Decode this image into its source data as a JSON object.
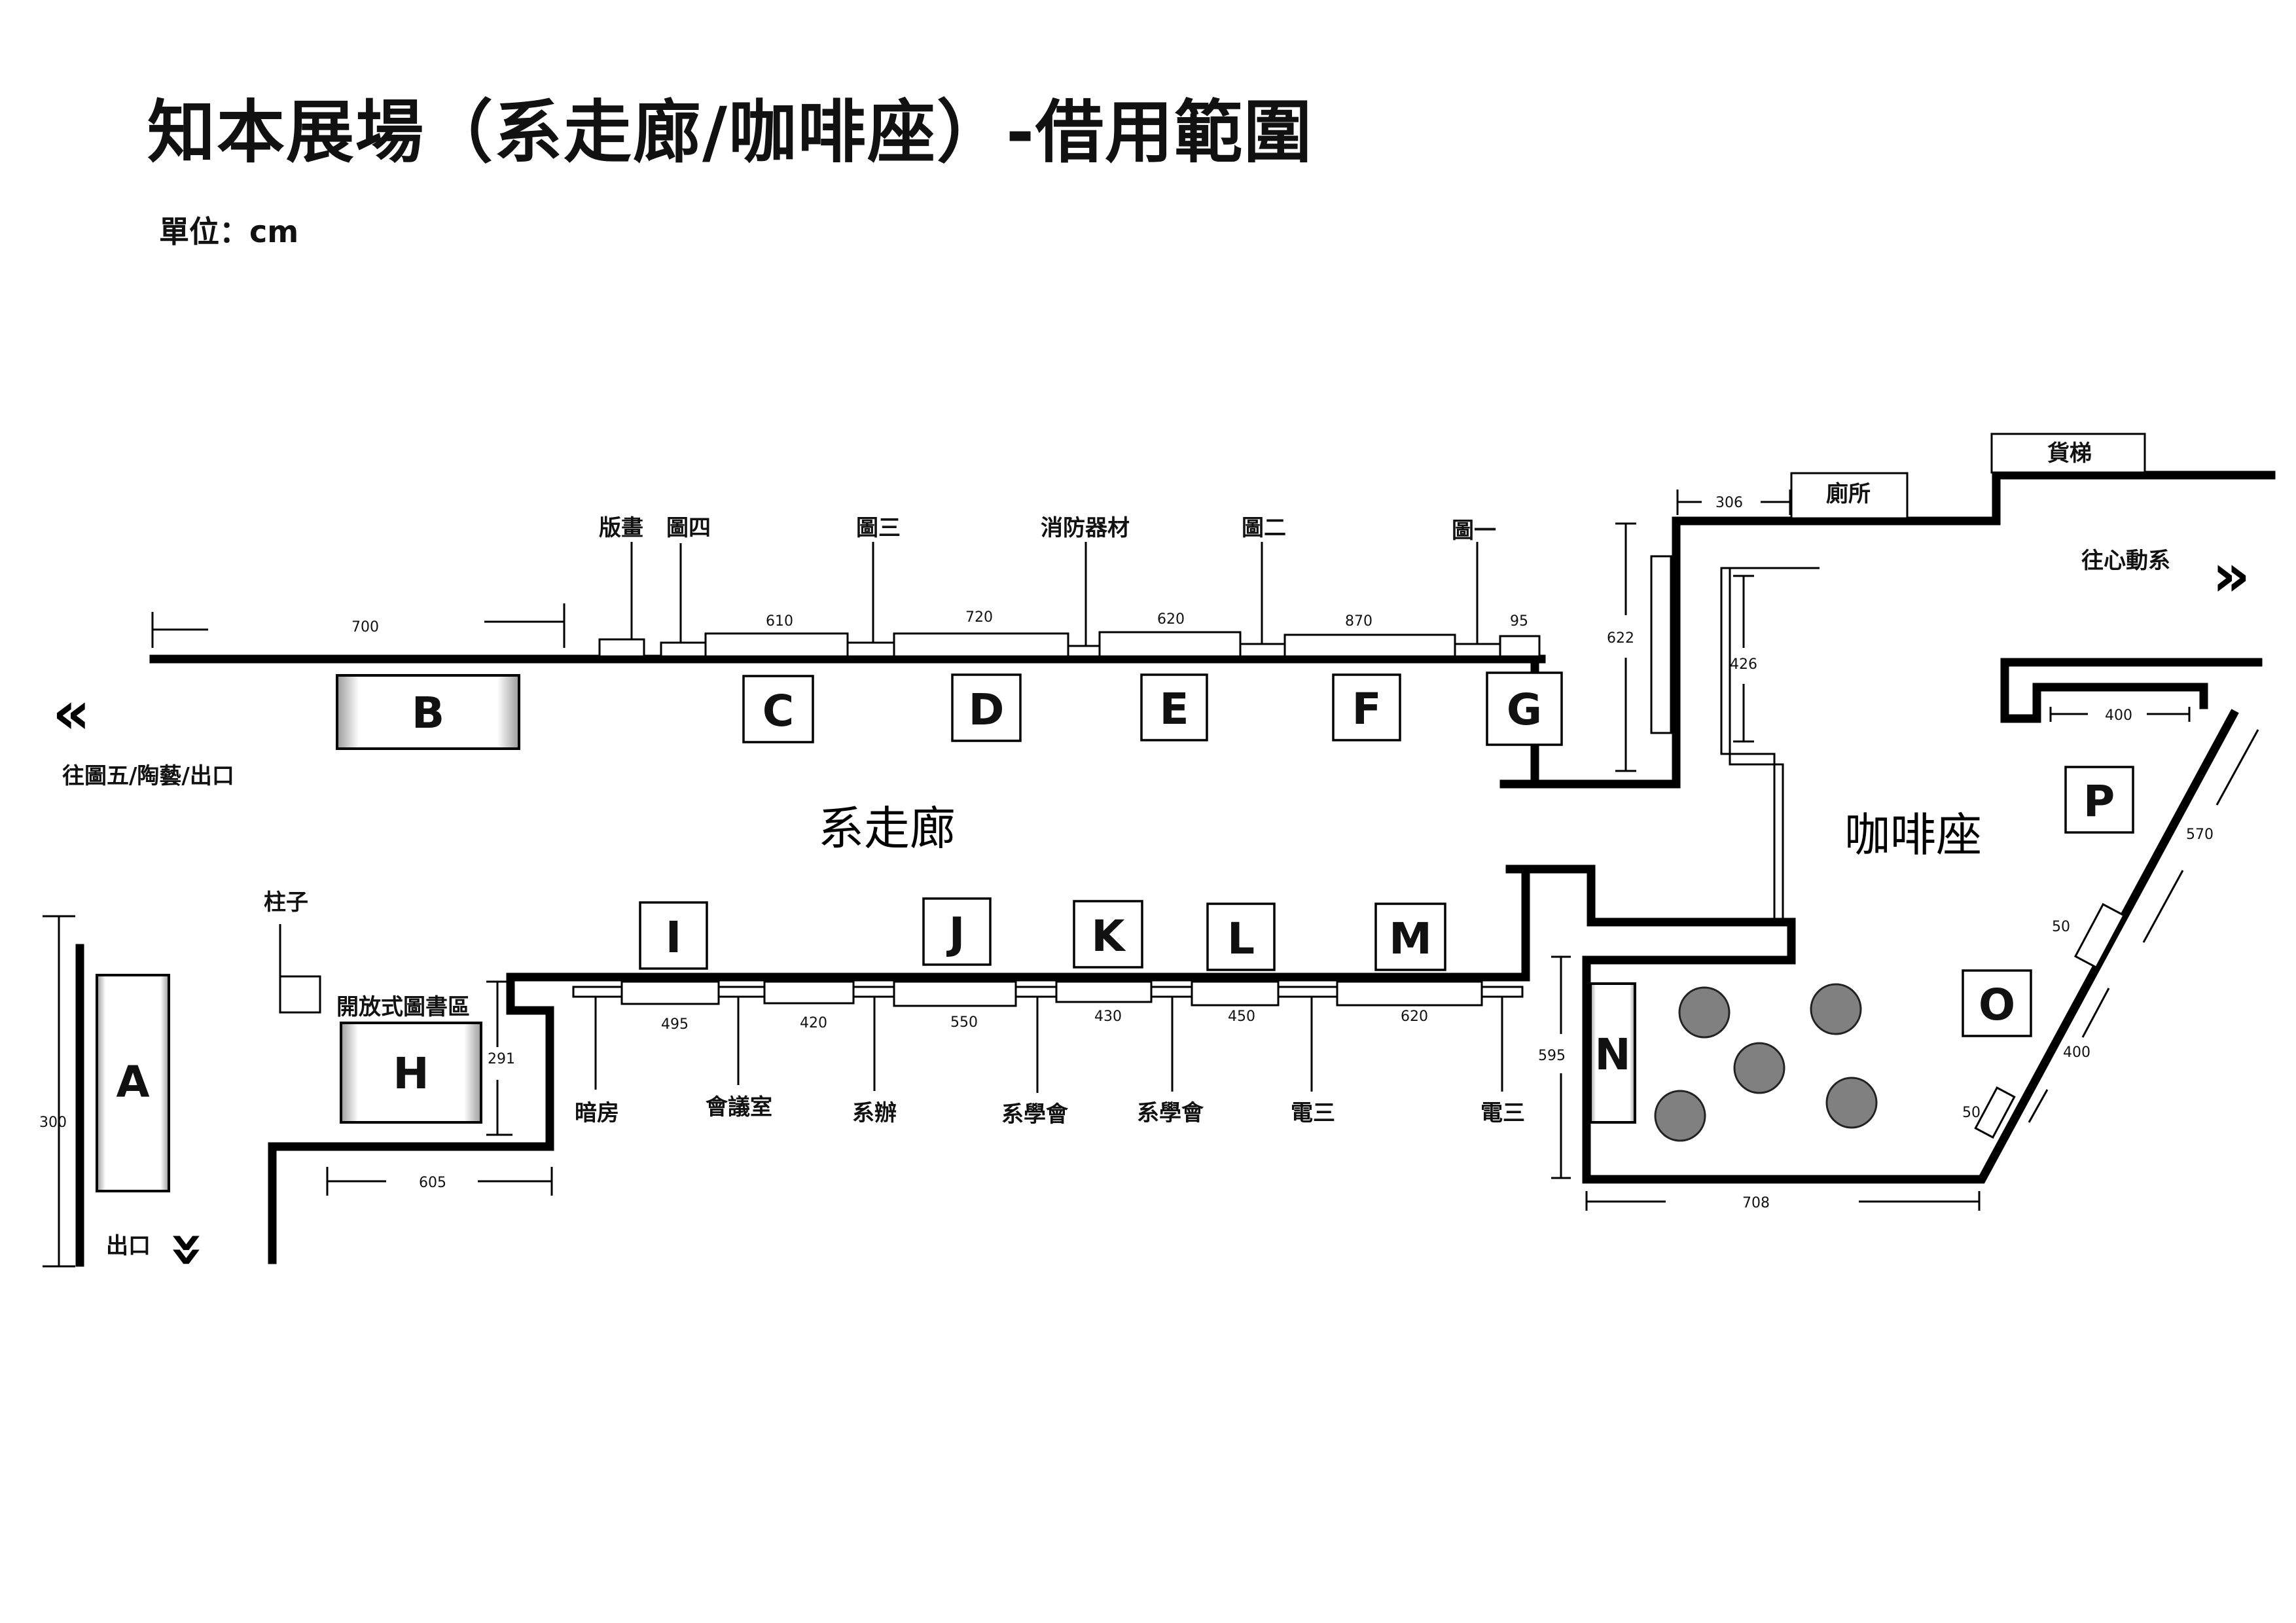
{
  "title": "知本展場（系走廊/咖啡座）-借用範圍",
  "unit": "單位：cm",
  "areas": {
    "corridor": "系走廊",
    "cafe": "咖啡座"
  },
  "zones": [
    "A",
    "B",
    "C",
    "D",
    "E",
    "F",
    "G",
    "H",
    "I",
    "J",
    "K",
    "L",
    "M",
    "N",
    "O",
    "P"
  ],
  "top_rooms": {
    "banhua": "版畫",
    "tu4": "圖四",
    "tu3": "圖三",
    "fire": "消防器材",
    "tu2": "圖二",
    "tu1": "圖一"
  },
  "bottom_rooms": {
    "darkroom": "暗房",
    "meeting": "會議室",
    "office": "系辦",
    "assoc1": "系學會",
    "assoc2": "系學會",
    "elec1": "電三",
    "elec2": "電三"
  },
  "other_labels": {
    "toilet": "廁所",
    "elevator": "貨梯",
    "to_heart": "往心動系",
    "to_exit_left": "往圖五/陶藝/出口",
    "pillar": "柱子",
    "library": "開放式圖書區",
    "exit": "出口"
  },
  "arrows": {
    "left": "«",
    "right": "»",
    "down": "»"
  },
  "dimensions": {
    "d700": "700",
    "d610": "610",
    "d720": "720",
    "d620_top": "620",
    "d870": "870",
    "d95": "95",
    "d306": "306",
    "d622": "622",
    "d426": "426",
    "d400_top": "400",
    "d570": "570",
    "d50_a": "50",
    "d400_mid": "400",
    "d50_b": "50",
    "d595": "595",
    "d708": "708",
    "d495": "495",
    "d420": "420",
    "d550": "550",
    "d430": "430",
    "d450": "450",
    "d620_bot": "620",
    "d291": "291",
    "d605": "605",
    "d300": "300"
  }
}
